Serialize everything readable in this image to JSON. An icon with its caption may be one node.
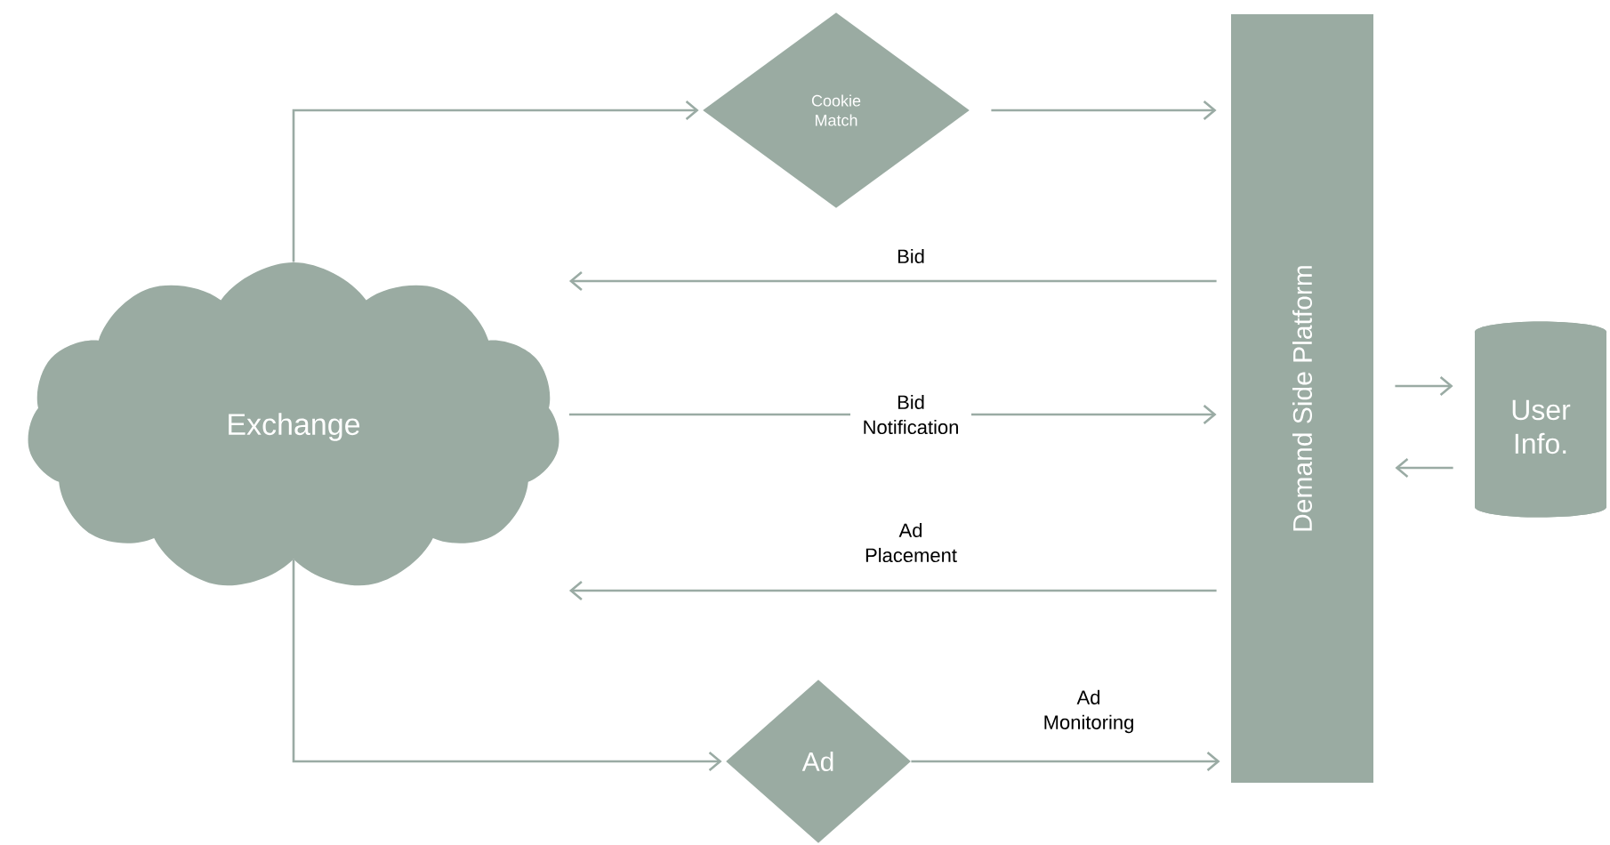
{
  "diagram": {
    "nodes": [
      {
        "text": [
          "Exchange"
        ]
      },
      {
        "text": [
          "Cookie Match"
        ]
      },
      {
        "text": [
          "Demand Side Platform"
        ]
      },
      {
        "text": [
          "User Info."
        ]
      },
      {
        "text": [
          "Ad"
        ]
      }
    ],
    "edges": [
      {
        "from": 0,
        "to": 1,
        "arrow": "to"
      },
      {
        "from": 1,
        "to": 2,
        "arrow": "to"
      },
      {
        "from": 2,
        "to": 0,
        "arrow": "to",
        "label": "Bid"
      },
      {
        "from": 0,
        "to": 2,
        "arrow": "to",
        "label": "Bid Notification"
      },
      {
        "from": 2,
        "to": 0,
        "arrow": "to",
        "label": "Ad Placement"
      },
      {
        "from": 0,
        "to": 4,
        "arrow": "to"
      },
      {
        "from": 4,
        "to": 2,
        "arrow": "to",
        "label": "Ad Monitoring"
      },
      {
        "from": 2,
        "to": 3,
        "arrow": "to"
      },
      {
        "from": 3,
        "to": 2,
        "arrow": "to"
      }
    ]
  }
}
